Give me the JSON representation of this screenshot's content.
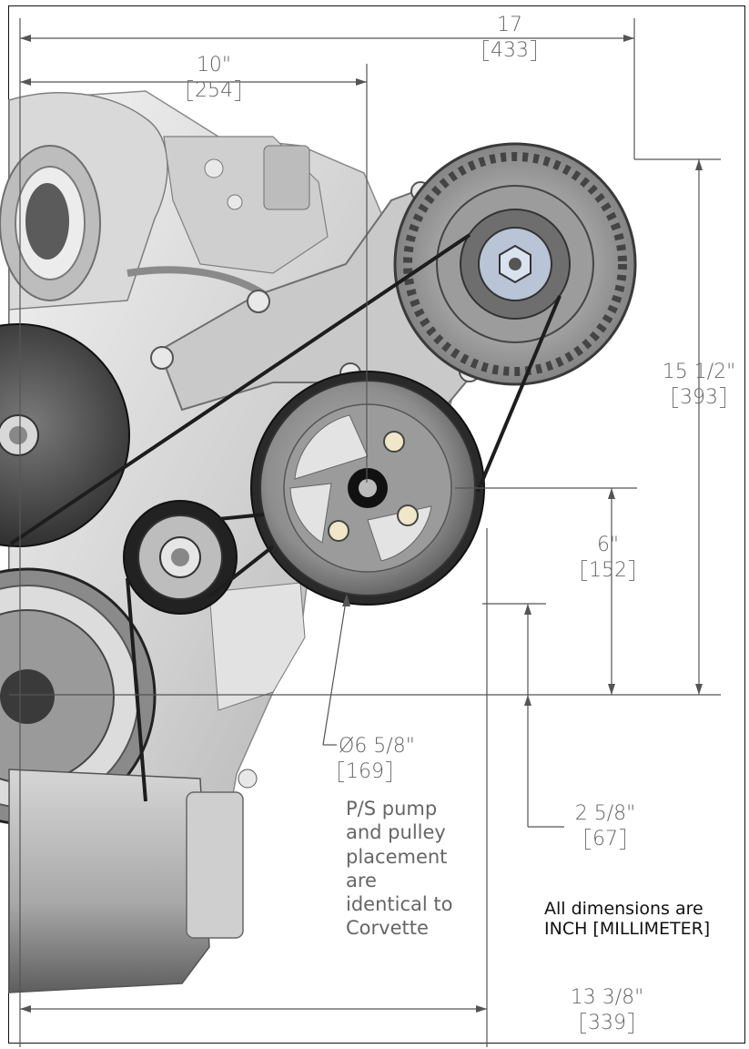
{
  "dimensions": {
    "overall_width": {
      "inch": "17",
      "mm": "433"
    },
    "to_pulley_center": {
      "inch": "10\"",
      "mm": "254"
    },
    "height": {
      "inch": "15 1/2\"",
      "mm": "393"
    },
    "pulley_height": {
      "inch": "6\"",
      "mm": "152"
    },
    "pulley_diameter": {
      "inch": "Ø6 5/8\"",
      "mm": "169"
    },
    "offset": {
      "inch": "2 5/8\"",
      "mm": "67"
    },
    "lower_width": {
      "inch": "13 3/8\"",
      "mm": "339"
    }
  },
  "note_lines": [
    "P/S pump",
    "and pulley",
    "placement",
    "are",
    "identical to",
    "Corvette"
  ],
  "units_note": [
    "All dimensions are",
    "INCH [MILLIMETER]"
  ],
  "colors": {
    "line": "#555555",
    "text": "#666666",
    "metal_light": "#e6e6e6",
    "metal_dark": "#3a3a3a",
    "belt": "#222222"
  }
}
